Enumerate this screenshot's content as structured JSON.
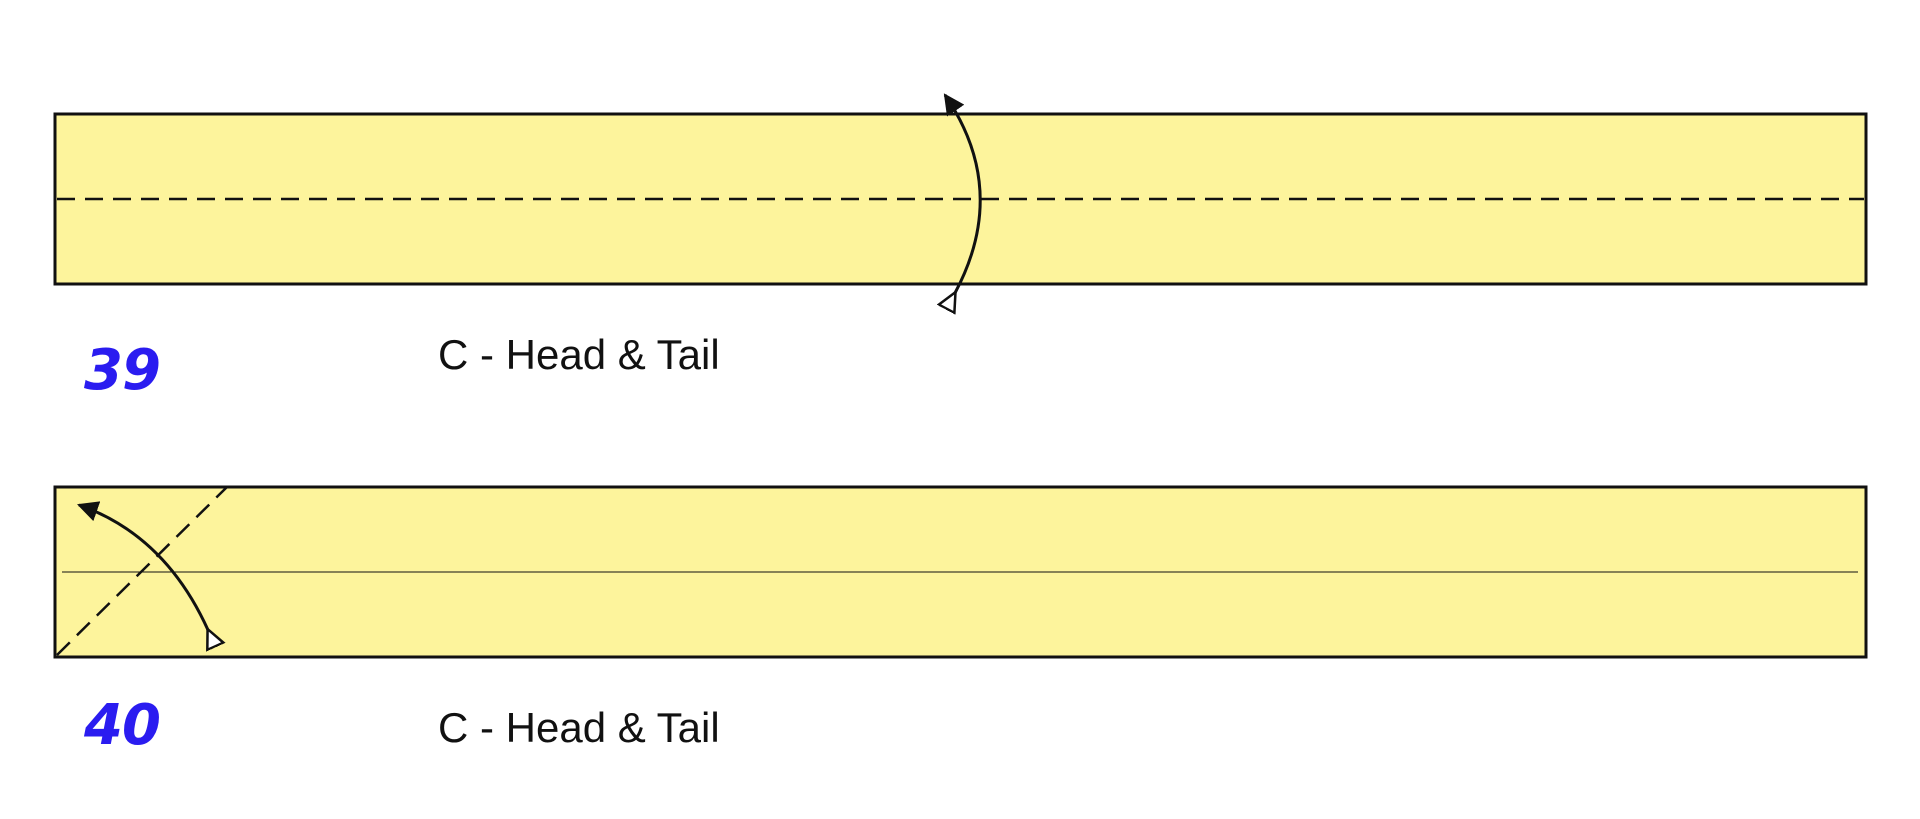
{
  "colors": {
    "paper": "#fdf49c",
    "outline": "#111111",
    "step_number": "#2a1cf0"
  },
  "steps": [
    {
      "number": "39",
      "label": "C - Head & Tail",
      "fold_line": "valley-fold-horizontal-center",
      "arrow": "fold-up-and-unfold"
    },
    {
      "number": "40",
      "label": "C - Head & Tail",
      "fold_line": "valley-fold-diagonal-corner",
      "existing_crease": "horizontal-center-crease",
      "arrow": "fold-and-unfold"
    }
  ]
}
